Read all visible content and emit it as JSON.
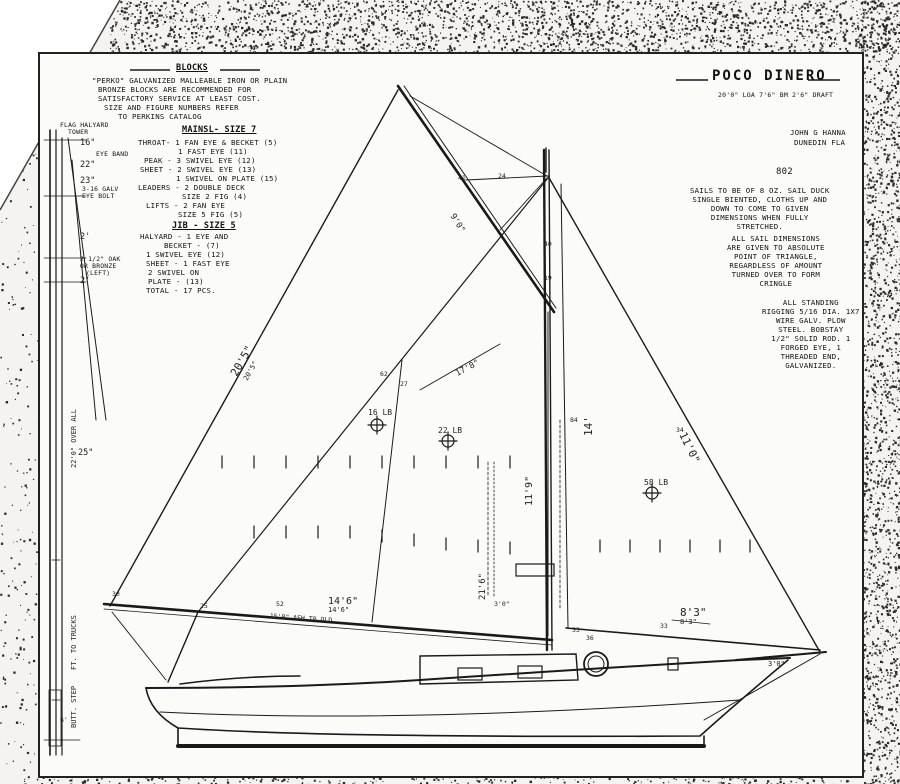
{
  "title": "POCO DINERO",
  "subtitle": "20'0\" LOA 7'6\" BM 2'6\" DRAFT",
  "designer": [
    "JOHN G HANNA",
    "DUNEDIN FLA"
  ],
  "sheet_number": "802",
  "blocks": {
    "heading": "BLOCKS",
    "intro": [
      "\"PERKO\" GALVANIZED MALLEABLE IRON OR PLAIN",
      "BRONZE BLOCKS ARE RECOMMENDED FOR",
      "SATISFACTORY SERVICE AT LEAST COST.",
      "SIZE AND FIGURE NUMBERS REFER",
      "TO PERKINS CATALOG"
    ],
    "mainsail_heading": "MAINSL- SIZE 7",
    "mainsail_items": [
      "THROAT- 1 FAN EYE & BECKET (5)",
      "1 FAST EYE (11)",
      "PEAK - 3 SWIVEL EYE (12)",
      "SHEET - 2 SWIVEL EYE (13)",
      "1 SWIVEL ON PLATE (15)",
      "LEADERS - 2 DOUBLE DECK",
      "SIZE 2 FIG (4)",
      "LIFTS - 2 FAN EYE",
      "SIZE 5 FIG (5)"
    ],
    "jib_heading": "JIB - SIZE 5",
    "jib_items": [
      "HALYARD - 1 EYE AND",
      "BECKET - (7)",
      "1 SWIVEL EYE (12)",
      "SHEET - 1 FAST EYE",
      "2 SWIVEL ON",
      "PLATE - (13)",
      "TOTAL - 17 PCS."
    ]
  },
  "notes": {
    "sails": [
      "SAILS TO BE OF 8 OZ. SAIL DUCK",
      "SINGLE BIENTED, CLOTHS UP AND",
      "DOWN TO COME TO GIVEN",
      "DIMENSIONS WHEN FULLY",
      "STRETCHED."
    ],
    "dimensions": [
      "ALL SAIL DIMENSIONS",
      "ARE GIVEN TO ABSOLUTE",
      "POINT OF TRIANGLE,",
      "REGARDLESS OF AMOUNT",
      "TURNED OVER TO FORM",
      "CRINGLE"
    ],
    "rigging": [
      "ALL STANDING",
      "RIGGING 5/16 DIA. 1x7",
      "WIRE GALV. PLOW",
      "STEEL. BOBSTAY",
      "1/2\" SOLID ROD. 1",
      "FORGED EYE, 1",
      "THREADED END,",
      "GALVANIZED."
    ]
  },
  "mast_labels": {
    "flag_halyard": [
      "FLAG HALYARD",
      "TOWER"
    ],
    "eye_band": "EYE BAND",
    "eye_bolt": [
      "3-16 GALV",
      "EYE BOLT"
    ],
    "bronze_cleat": [
      "2 1/2\" OAK",
      "OR BRONZE",
      "(LEFT)"
    ],
    "over_all": "22'0\" OVER ALL",
    "partners": "FT. TO TRUCKS",
    "step": "BUTT. STEP"
  },
  "dimension_labels": {
    "mast_ticks": [
      "16\"",
      "22\"",
      "23\"",
      "2'",
      "2'",
      "25\""
    ],
    "gaff": "9'0\"",
    "luff_main": "20'5\"",
    "luff_main_small": "20'5\"",
    "diag_main": "17'8\"",
    "jib_luff": "11'0\"",
    "jib_leech": "14'",
    "mast_height": "11'9\"",
    "boom": "14'6\"",
    "boom_small": "14'6\"",
    "boom_length": "15'0\" ASH T0 OLD",
    "foot": "8'3\"",
    "foot_small": "8'3\"",
    "bowsprit": "3'0\"",
    "leech_vert": "21'6\"",
    "weights": [
      "16 LB",
      "22 LB",
      "58 LB"
    ],
    "small_marks": [
      "41",
      "24",
      "62",
      "27",
      "30",
      "52",
      "25",
      "3'0\"",
      "53",
      "36",
      "33",
      "34",
      "40",
      "19",
      "84",
      "6'"
    ]
  },
  "colors": {
    "ink": "#1a1a1a",
    "paper": "#fbfbf8",
    "speckle": "#2a2a2a"
  }
}
